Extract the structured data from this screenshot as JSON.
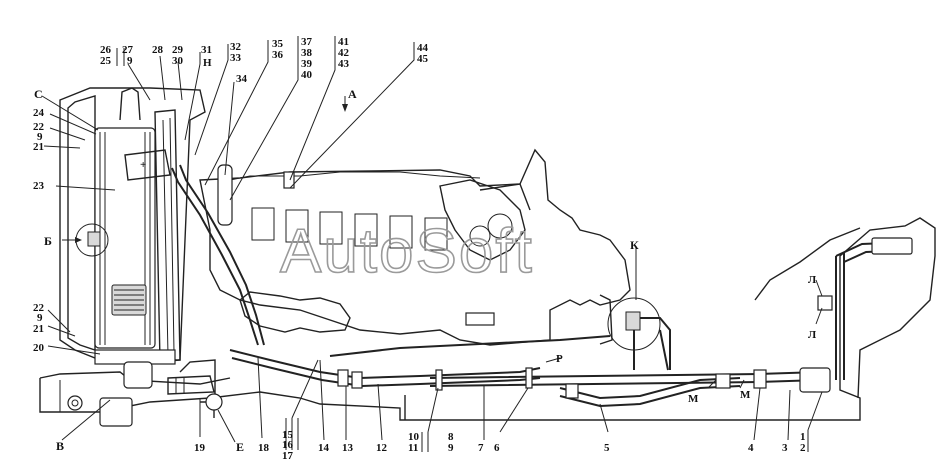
{
  "watermark": "AutoSoft",
  "labels": {
    "n26": "26",
    "n25": "25",
    "n27": "27",
    "n9a": "9",
    "n28": "28",
    "n29": "29",
    "n30": "30",
    "n31": "31",
    "n32": "32",
    "n33": "33",
    "n35": "35",
    "n36": "36",
    "n37": "37",
    "n38": "38",
    "n39": "39",
    "n40": "40",
    "n41": "41",
    "n42": "42",
    "n43": "43",
    "n44": "44",
    "n45": "45",
    "H": "Н",
    "n34": "34",
    "A": "А",
    "C": "С",
    "n24": "24",
    "n22a": "22",
    "n9b": "9",
    "n21a": "21",
    "n23": "23",
    "B_left": "Б",
    "n22b": "22",
    "n9c": "9",
    "n21b": "21",
    "n20": "20",
    "K": "К",
    "L1": "Л",
    "L2": "Л",
    "P": "Р",
    "M1": "М",
    "M2": "М",
    "V": "В",
    "n19": "19",
    "E": "Е",
    "n18": "18",
    "n15": "15",
    "n16": "16",
    "n17": "17",
    "n14": "14",
    "n13": "13",
    "n12": "12",
    "n10": "10",
    "n11": "11",
    "n8": "8",
    "n9d": "9",
    "n7": "7",
    "n6": "6",
    "n5": "5",
    "n4": "4",
    "n3": "3",
    "n1": "1",
    "n2": "2"
  }
}
